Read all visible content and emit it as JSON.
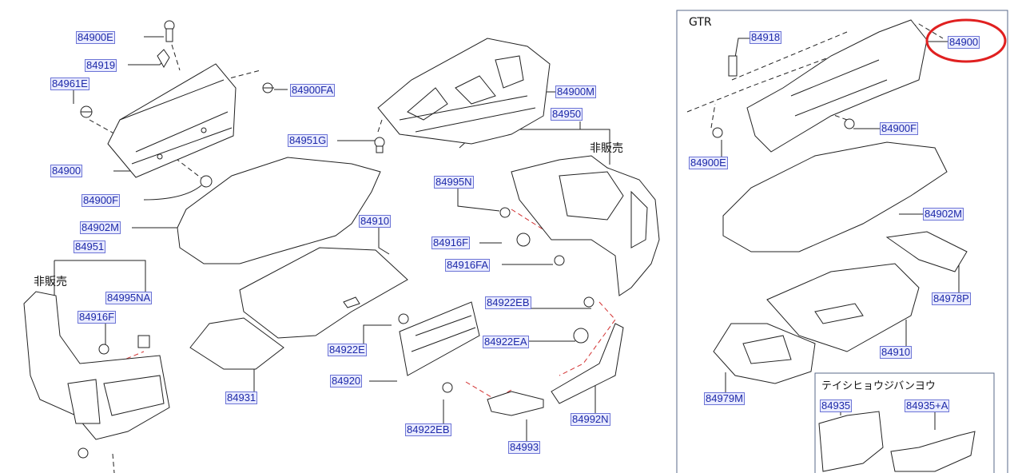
{
  "panel": {
    "title": "GTR",
    "subpanel_title": "テイシヒョウジバンヨウ"
  },
  "notes": {
    "not_for_sale_1": "非販売",
    "not_for_sale_2": "非販売"
  },
  "colors": {
    "label_text": "#1d29a8",
    "label_bg": "#e9ebff",
    "highlight": "#e02020",
    "line": "#222222",
    "dash_red": "#d23030"
  },
  "labels": [
    "84900E",
    "84919",
    "84961E",
    "84900FA",
    "84900",
    "84900F",
    "84902M",
    "84951G",
    "84951",
    "84995NA",
    "84916F",
    "84910",
    "84931",
    "84900M",
    "84950",
    "84995N",
    "84916F",
    "84916FA",
    "84922EB",
    "84922E",
    "84922EA",
    "84920",
    "84922EB",
    "84993",
    "84992N",
    "84918",
    "84900",
    "84900F",
    "84900E",
    "84902M",
    "84978P",
    "84910",
    "84979M",
    "84935",
    "84935+A"
  ]
}
